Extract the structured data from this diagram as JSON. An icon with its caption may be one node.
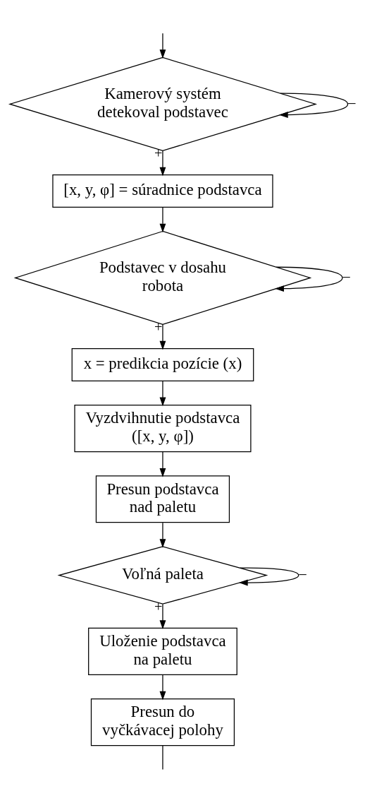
{
  "diagram": {
    "nodes": [
      {
        "text": [
          "Kamerový systém detekoval podstavec"
        ]
      },
      {
        "text": [
          "[x, y, φ] = súradnice podstavca"
        ]
      },
      {
        "text": [
          "Podstavec v dosahu robota"
        ]
      },
      {
        "text": [
          "x = predikcia pozície (x)"
        ]
      },
      {
        "text": [
          "Vyzdvihnutie podstavca ([x, y, φ])"
        ]
      },
      {
        "text": [
          "Presun podstavca nad paletu"
        ]
      },
      {
        "text": [
          "Voľná paleta"
        ]
      },
      {
        "text": [
          "Uloženie podstavca na paletu"
        ]
      },
      {
        "text": [
          "Presun do vyčkávacej polohy"
        ]
      }
    ],
    "edges": [
      {
        "from": null,
        "to": 0,
        "arrow": "to"
      },
      {
        "from": 0,
        "to": 0,
        "label": "–",
        "arrow": "to"
      },
      {
        "from": 0,
        "to": 1,
        "label": "+",
        "arrow": "to"
      },
      {
        "from": 1,
        "to": 2,
        "arrow": "to"
      },
      {
        "from": 2,
        "to": 2,
        "label": "–",
        "arrow": "to"
      },
      {
        "from": 2,
        "to": 3,
        "label": "+",
        "arrow": "to"
      },
      {
        "from": 3,
        "to": 4,
        "arrow": "to"
      },
      {
        "from": 4,
        "to": 5,
        "arrow": "to"
      },
      {
        "from": 5,
        "to": 6,
        "arrow": "to"
      },
      {
        "from": 6,
        "to": 6,
        "label": "–",
        "arrow": "to"
      },
      {
        "from": 6,
        "to": 7,
        "label": "+",
        "arrow": "to"
      },
      {
        "from": 7,
        "to": 8,
        "arrow": "to"
      },
      {
        "from": 8,
        "to": null,
        "arrow": "none"
      }
    ]
  }
}
